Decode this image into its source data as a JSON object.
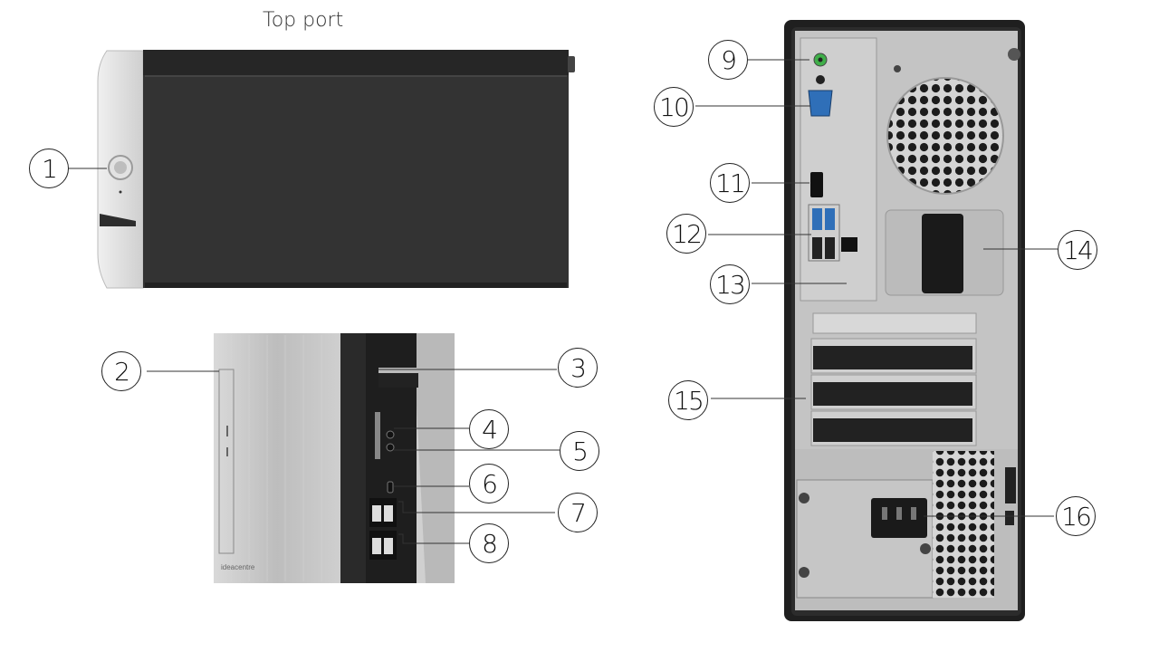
{
  "diagram": {
    "title": "Top port",
    "brand_text": "ideacentre",
    "callouts": [
      {
        "id": 1,
        "label": "1"
      },
      {
        "id": 2,
        "label": "2"
      },
      {
        "id": 3,
        "label": "3"
      },
      {
        "id": 4,
        "label": "4"
      },
      {
        "id": 5,
        "label": "5"
      },
      {
        "id": 6,
        "label": "6"
      },
      {
        "id": 7,
        "label": "7"
      },
      {
        "id": 8,
        "label": "8"
      },
      {
        "id": 9,
        "label": "9"
      },
      {
        "id": 10,
        "label": "10"
      },
      {
        "id": 11,
        "label": "11"
      },
      {
        "id": 12,
        "label": "12"
      },
      {
        "id": 13,
        "label": "13"
      },
      {
        "id": 14,
        "label": "14"
      },
      {
        "id": 15,
        "label": "15"
      },
      {
        "id": 16,
        "label": "16"
      }
    ],
    "colors": {
      "case_dark": "#2b2b2b",
      "silver": "#c9c9c9",
      "panel_gray": "#b8b8b8",
      "usb_blue": "#2f6fb8",
      "audio_green": "#3fae49"
    }
  }
}
